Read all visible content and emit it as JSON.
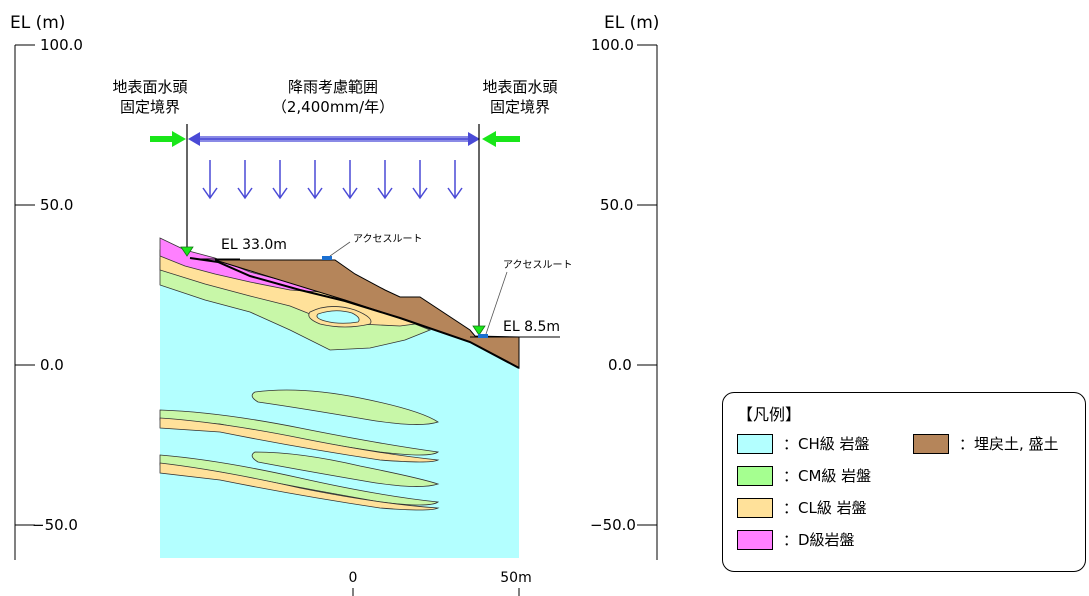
{
  "axis": {
    "left_unit": "EL (m)",
    "right_unit": "EL (m)",
    "ticks": [
      "100.0",
      "50.0",
      "0.0",
      "−50.0"
    ]
  },
  "labels": {
    "boundary_left": [
      "地表面水頭",
      "固定境界"
    ],
    "boundary_right": [
      "地表面水頭",
      "固定境界"
    ],
    "rain_range": [
      "降雨考慮範囲",
      "（2,400mm/年）"
    ],
    "el_top": "EL 33.0m",
    "el_bottom": "EL 8.5m",
    "access_route_1": "アクセスルート",
    "access_route_2": "アクセスルート"
  },
  "scale_bar": {
    "start": "0",
    "end": "50m"
  },
  "legend": {
    "title": "【凡例】",
    "items": [
      {
        "label": "：CH級 岩盤",
        "color": "#b3ffff"
      },
      {
        "label": "：CM級 岩盤",
        "color": "#a5ff90"
      },
      {
        "label": "：CL級 岩盤",
        "color": "#ffe19a"
      },
      {
        "label": "：D級岩盤",
        "color": "#ff80ff"
      },
      {
        "label": "：埋戻土, 盛土",
        "color": "#b5855a"
      }
    ]
  },
  "colors": {
    "ch": "#b3ffff",
    "cm": "#c8f7a8",
    "cl": "#ffe19a",
    "d": "#ff80ff",
    "fill": "#b5855a",
    "green_arrow": "#19e619",
    "blue_arrow": "#4a4ad6",
    "range_bar": "#8a8ae6"
  }
}
